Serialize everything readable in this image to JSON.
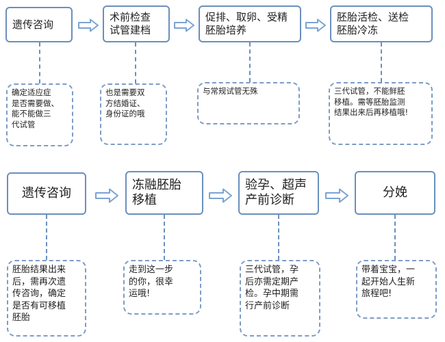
{
  "row1": {
    "steps": [
      {
        "label": "遗传咨询"
      },
      {
        "label": "术前检查\n试管建档"
      },
      {
        "label": "促排、取卵、受精\n胚胎培养"
      },
      {
        "label": "胚胎活检、送检\n胚胎冷冻"
      }
    ],
    "notes": [
      {
        "text": "确定适应症\n是否需要做、\n能不能做三\n代试管"
      },
      {
        "text": "也是需要双\n方结婚证、\n身份证的哦"
      },
      {
        "text": "与常规试管无殊"
      },
      {
        "text": "三代试管，不能鲜胚\n移植。需等胚胎监测\n结果出来后再移植哦!"
      }
    ]
  },
  "row2": {
    "steps": [
      {
        "label": "遗传咨询"
      },
      {
        "label": "冻融胚胎\n移植"
      },
      {
        "label": "验孕、超声\n产前诊断"
      },
      {
        "label": "分娩"
      }
    ],
    "notes": [
      {
        "text": "胚胎结果出来\n后，需再次遗\n传咨询，确定\n是否有可移植\n胚胎"
      },
      {
        "text": "走到这一步\n的你，很幸\n运哦!"
      },
      {
        "text": "三代试管，孕\n后亦需定期产\n检。孕中期需\n行产前诊断"
      },
      {
        "text": "带着宝宝，一\n起开始人生新\n旅程吧!"
      }
    ]
  },
  "colors": {
    "box_border": "#6a8fbd",
    "note_border": "#7d9bc6",
    "arrow": "#7aa3d3",
    "text": "#1f1f1f"
  },
  "icons": {
    "flow_arrow": "outline-right-arrow-icon"
  }
}
